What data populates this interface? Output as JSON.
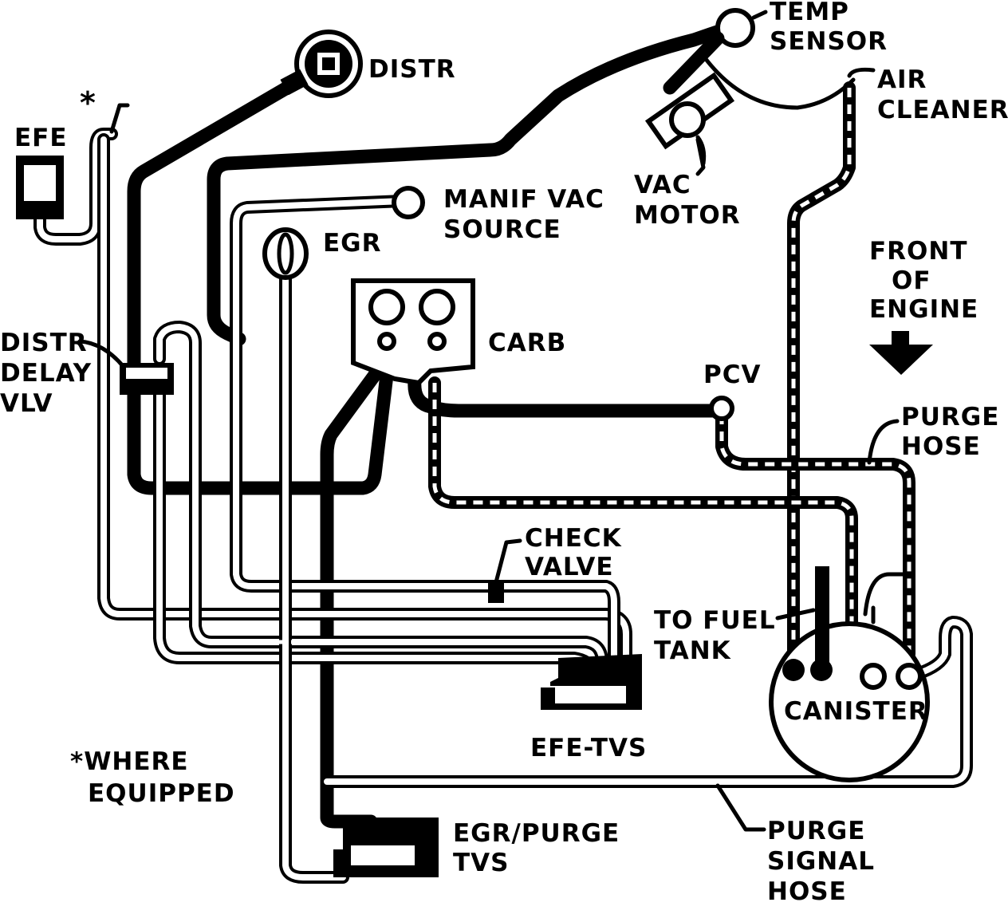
{
  "diagram": {
    "labels": {
      "temp_sensor_1": "TEMP",
      "temp_sensor_2": "SENSOR",
      "distr": "DISTR",
      "air_cleaner_1": "AIR",
      "air_cleaner_2": "CLEANER",
      "efe": "EFE",
      "asterisk": "*",
      "vac_motor_1": "VAC",
      "vac_motor_2": "MOTOR",
      "manif_vac_1": "MANIF VAC",
      "manif_vac_2": "SOURCE",
      "egr": "EGR",
      "front_1": "FRONT",
      "front_2": "OF",
      "front_3": "ENGINE",
      "distr_delay_1": "DISTR",
      "distr_delay_2": "DELAY",
      "distr_delay_3": "VLV",
      "carb": "CARB",
      "pcv": "PCV",
      "purge_hose_1": "PURGE",
      "purge_hose_2": "HOSE",
      "check_valve_1": "CHECK",
      "check_valve_2": "VALVE",
      "to_fuel_1": "TO FUEL",
      "to_fuel_2": "TANK",
      "canister": "CANISTER",
      "efe_tvs": "EFE-TVS",
      "where_equipped_1": "*WHERE",
      "where_equipped_2": "EQUIPPED",
      "egr_purge_1": "EGR/PURGE",
      "egr_purge_2": "TVS",
      "purge_signal_1": "PURGE",
      "purge_signal_2": "SIGNAL",
      "purge_signal_3": "HOSE"
    }
  }
}
